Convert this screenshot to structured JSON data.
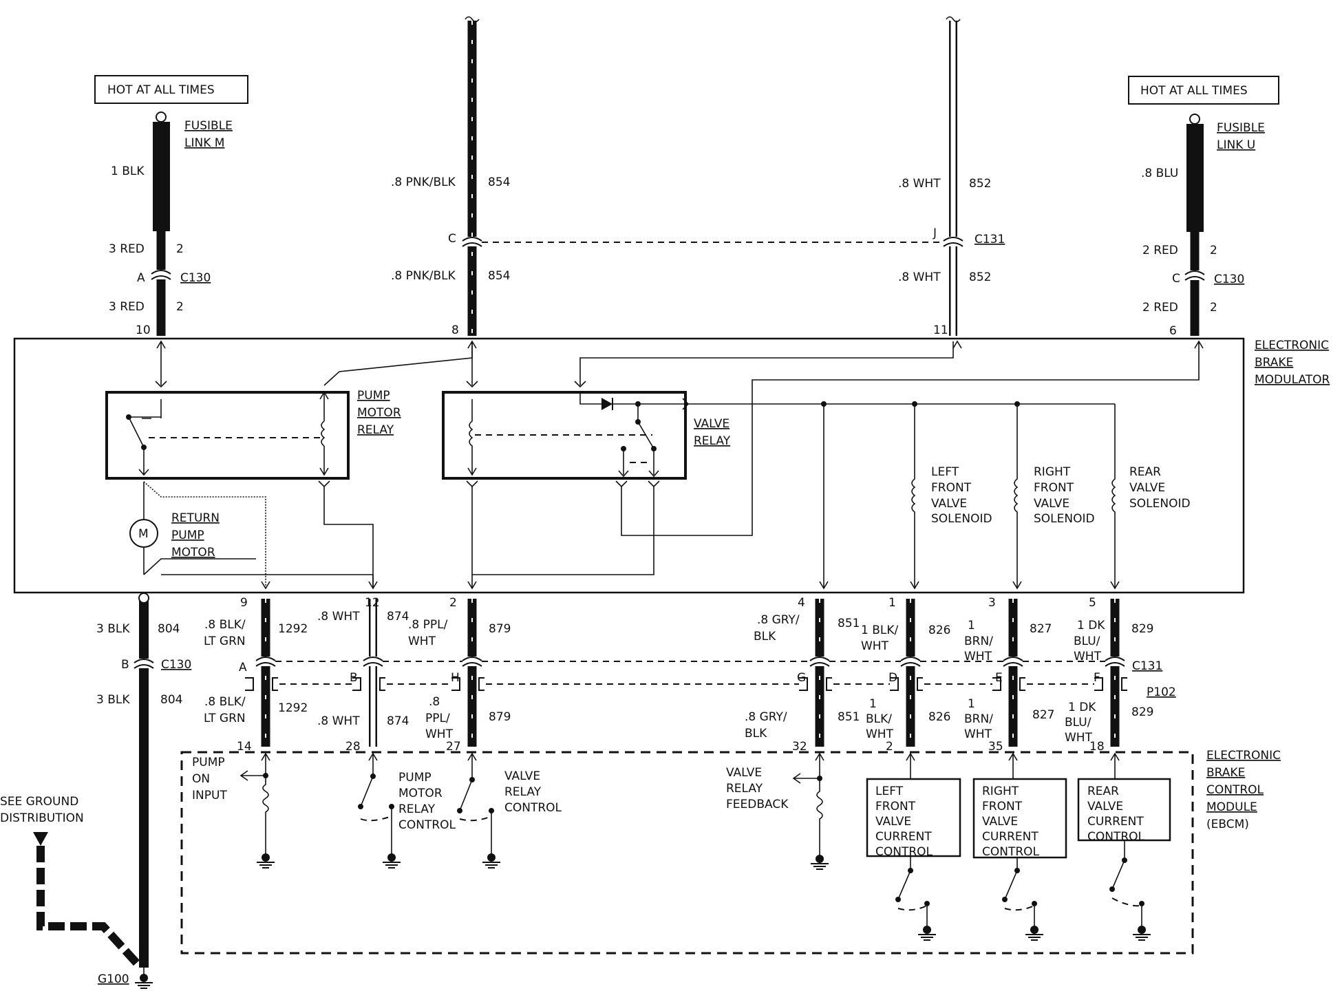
{
  "power": {
    "left_source": "HOT AT ALL TIMES",
    "right_source": "HOT AT ALL TIMES",
    "fuse_m": [
      "FUSIBLE",
      "LINK M"
    ],
    "fuse_u": [
      "FUSIBLE",
      "LINK U"
    ]
  },
  "connectors": {
    "c130": "C130",
    "c131": "C131",
    "p102": "P102",
    "g100": "G100"
  },
  "modulator": {
    "label": [
      "ELECTRONIC",
      "BRAKE",
      "MODULATOR"
    ],
    "pump_motor_relay": [
      "PUMP",
      "MOTOR",
      "RELAY"
    ],
    "valve_relay": [
      "VALVE",
      "RELAY"
    ],
    "return_pump_motor": [
      "RETURN",
      "PUMP",
      "MOTOR"
    ],
    "motor_symbol": "M",
    "solenoids": [
      [
        "LEFT",
        "FRONT",
        "VALVE",
        "SOLENOID"
      ],
      [
        "RIGHT",
        "FRONT",
        "VALVE",
        "SOLENOID"
      ],
      [
        "REAR",
        "VALVE",
        "SOLENOID"
      ]
    ]
  },
  "ebcm": {
    "label": [
      "ELECTRONIC",
      "BRAKE",
      "CONTROL",
      "MODULE",
      "(EBCM)"
    ],
    "pump_on_input": [
      "PUMP",
      "ON",
      "INPUT"
    ],
    "pump_motor_relay_control": [
      "PUMP",
      "MOTOR",
      "RELAY",
      "CONTROL"
    ],
    "valve_relay_control": [
      "VALVE",
      "RELAY",
      "CONTROL"
    ],
    "valve_relay_feedback": [
      "VALVE",
      "RELAY",
      "FEEDBACK"
    ],
    "controls": [
      [
        "LEFT",
        "FRONT",
        "VALVE",
        "CURRENT",
        "CONTROL"
      ],
      [
        "RIGHT",
        "FRONT",
        "VALVE",
        "CURRENT",
        "CONTROL"
      ],
      [
        "REAR",
        "VALVE",
        "CURRENT",
        "CONTROL"
      ]
    ]
  },
  "ground": {
    "see_ground": [
      "SEE GROUND",
      "DISTRIBUTION"
    ]
  },
  "top_wires": [
    {
      "w1": "1 BLK",
      "a": "3 RED",
      "an": "2",
      "pin_c": "A",
      "b": "3 RED",
      "bn": "2",
      "pin": "10"
    },
    {
      "w1": ".8 PNK/BLK",
      "w1n": "854",
      "pin_c": "C",
      "b": ".8 PNK/BLK",
      "bn": "854",
      "pin": "8"
    },
    {
      "w1": ".8 WHT",
      "w1n": "852",
      "pin_c": "J",
      "b": ".8 WHT",
      "bn": "852",
      "pin": "11"
    },
    {
      "w1": ".8 BLU",
      "a": "2 RED",
      "an": "2",
      "pin_c": "C",
      "b": "2 RED",
      "bn": "2",
      "pin": "6"
    }
  ],
  "bottom_wires": [
    {
      "pin": "9",
      "upper": [
        ".8 BLK/",
        "LT GRN"
      ],
      "num": "1292",
      "pc": "A",
      "lower": [
        ".8 BLK/",
        "LT GRN"
      ],
      "num2": "1292",
      "epin": "14"
    },
    {
      "pin": "12",
      "upper": [
        ".8 WHT"
      ],
      "num": "874",
      "pc": "B",
      "lower": [
        ".8 WHT"
      ],
      "num2": "874",
      "epin": "28"
    },
    {
      "pin": "2",
      "upper": [
        ".8 PPL/",
        "WHT"
      ],
      "num": "879",
      "pc": "H",
      "lower": [
        ".8",
        "PPL/",
        "WHT"
      ],
      "num2": "879",
      "epin": "27"
    },
    {
      "pin": "4",
      "upper": [
        ".8 GRY/",
        "BLK"
      ],
      "num": "851",
      "pc": "G",
      "lower": [
        ".8 GRY/",
        "BLK"
      ],
      "num2": "851",
      "epin": "32"
    },
    {
      "pin": "1",
      "upper": [
        "1 BLK/",
        "WHT"
      ],
      "num": "826",
      "pc": "D",
      "lower": [
        "1",
        "BLK/",
        "WHT"
      ],
      "num2": "826",
      "epin": "2"
    },
    {
      "pin": "3",
      "upper": [
        "1",
        "BRN/",
        "WHT"
      ],
      "num": "827",
      "pc": "E",
      "lower": [
        "1",
        "BRN/",
        "WHT"
      ],
      "num2": "827",
      "epin": "35"
    },
    {
      "pin": "5",
      "upper": [
        "1 DK",
        "BLU/",
        "WHT"
      ],
      "num": "829",
      "pc": "F",
      "lower": [
        "1 DK",
        "BLU/",
        "WHT"
      ],
      "num2": "829",
      "epin": "18"
    }
  ],
  "ground_wire": {
    "a": "3 BLK",
    "an": "804",
    "pin_c": "B",
    "b": "3 BLK",
    "bn": "804"
  }
}
